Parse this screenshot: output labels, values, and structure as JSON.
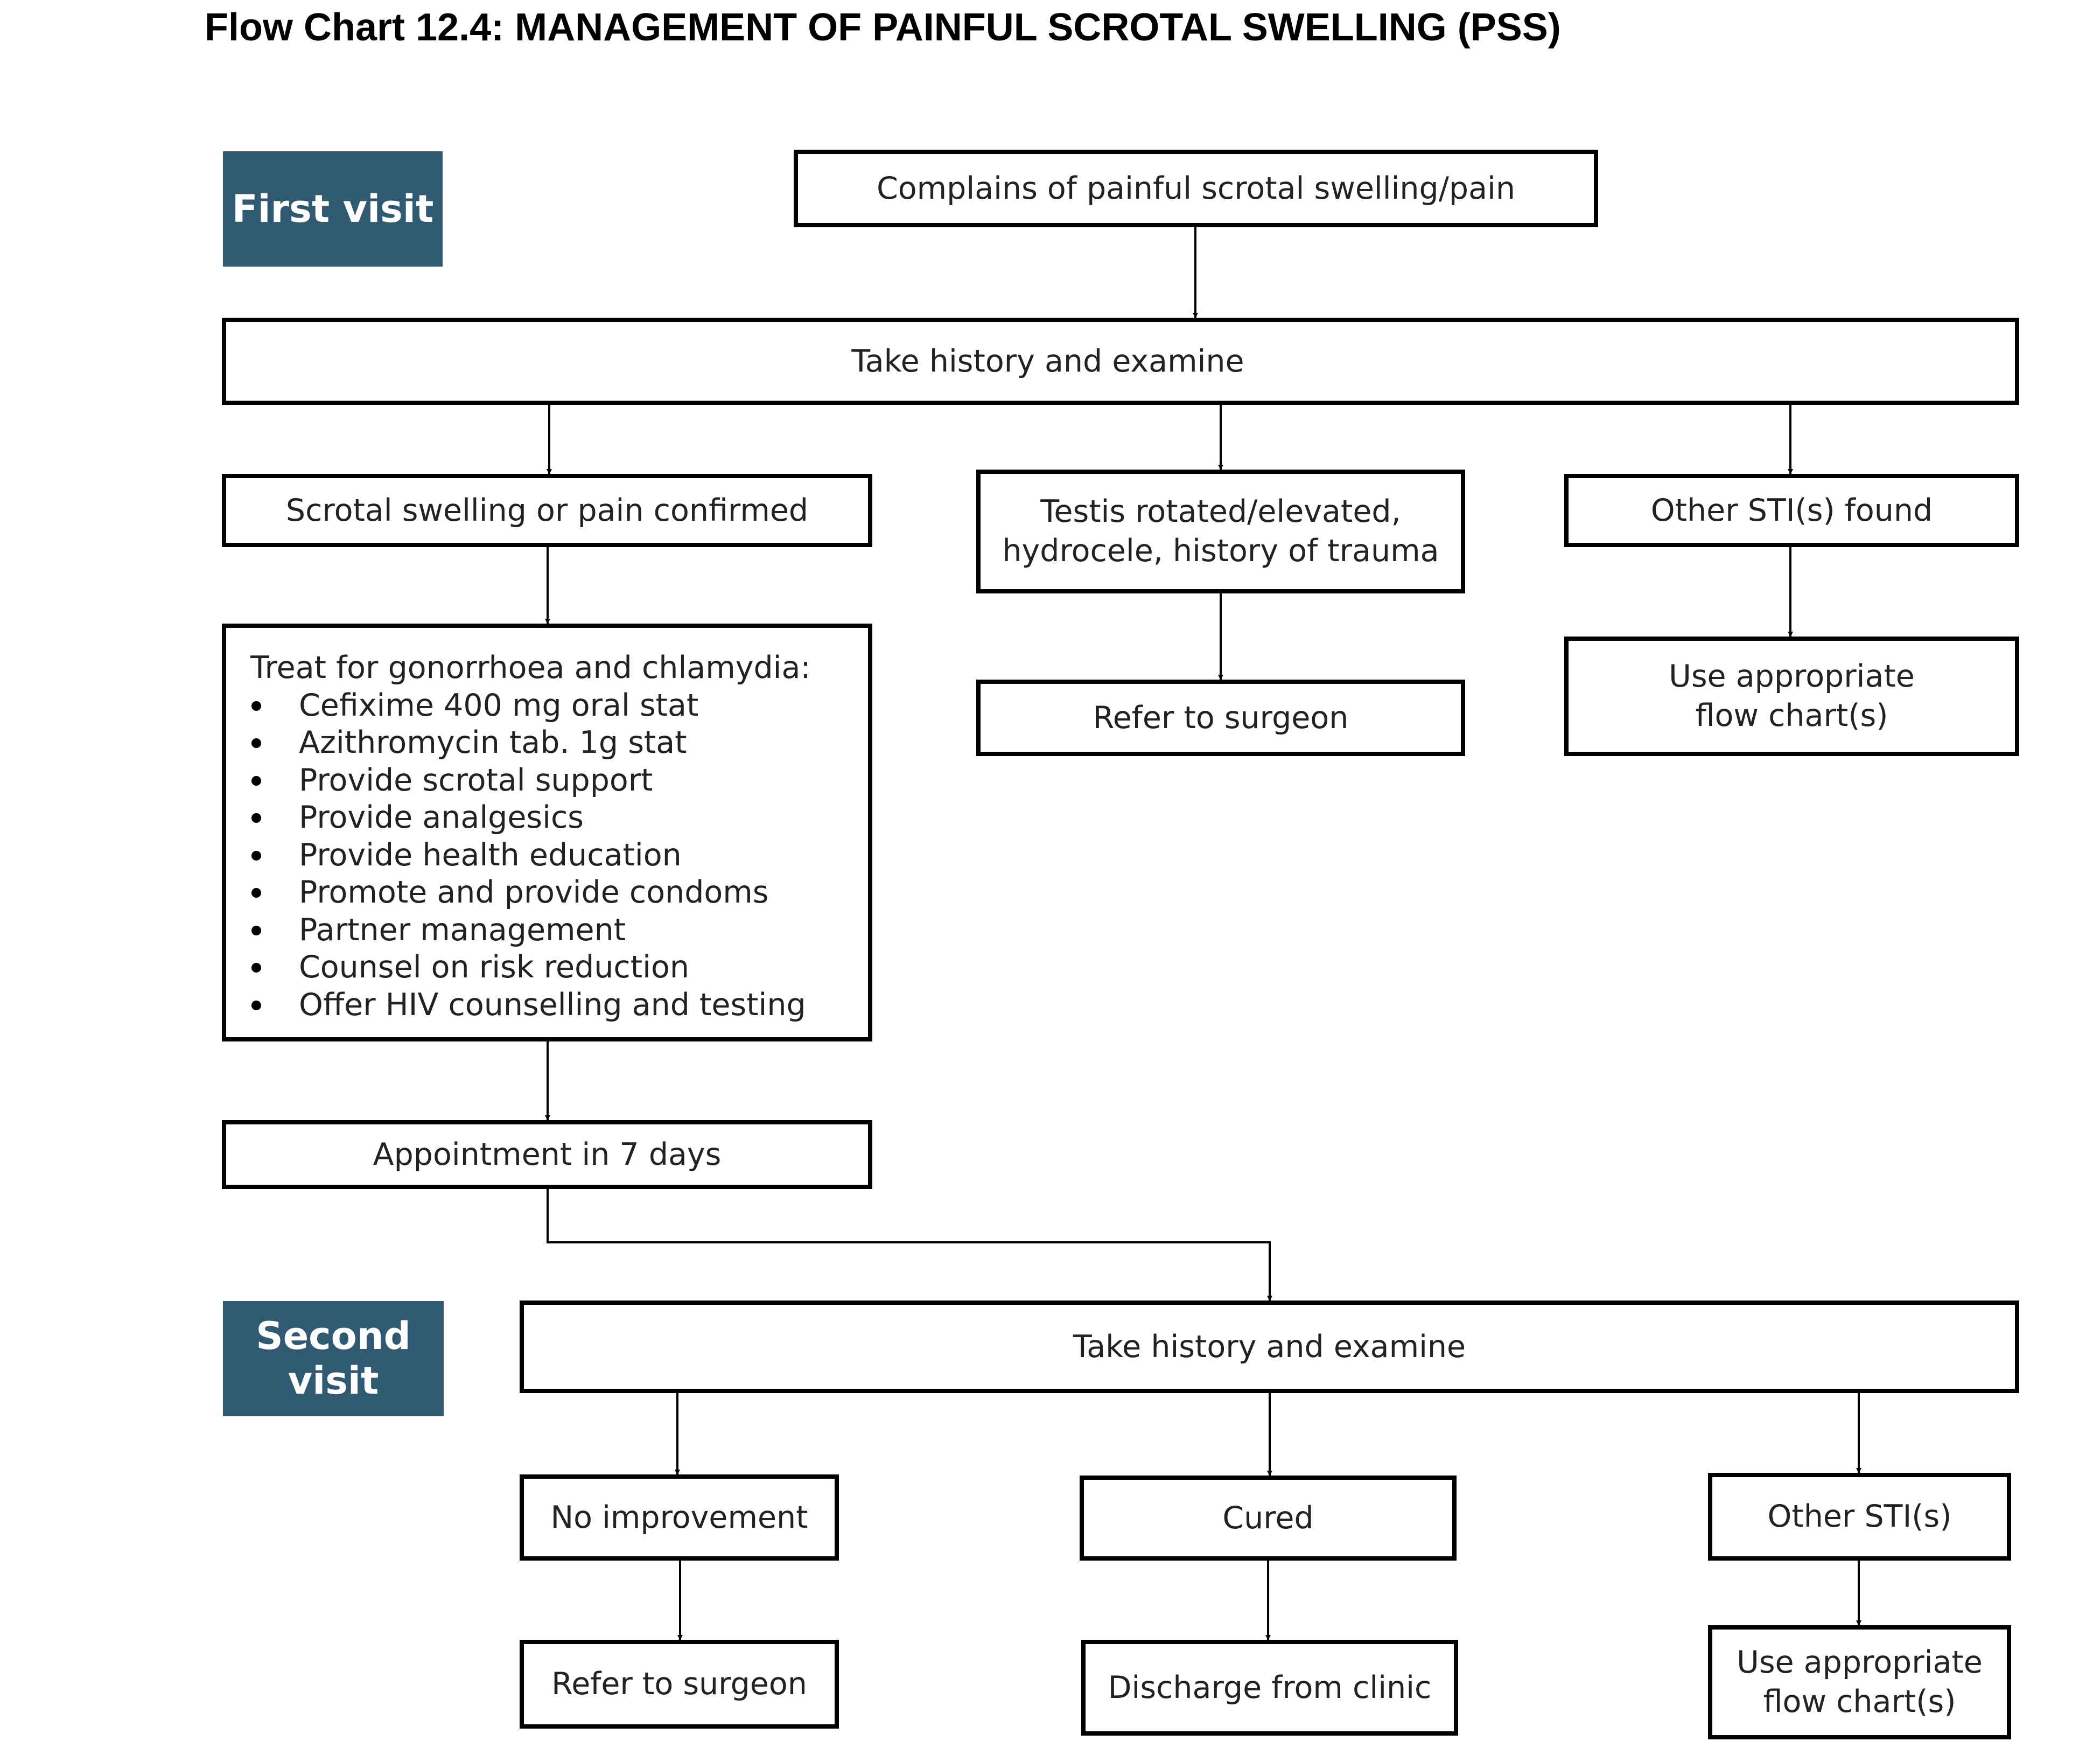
{
  "title": "Flow Chart 12.4: MANAGEMENT OF PAINFUL SCROTAL SWELLING (PSS)",
  "labels": {
    "first_visit": "First visit",
    "second_visit": [
      "Second",
      "visit"
    ]
  },
  "first_visit": {
    "complaint": "Complains of painful scrotal swelling/pain",
    "history": "Take history and examine",
    "confirmed": "Scrotal swelling or pain confirmed",
    "testis": [
      "Testis rotated/elevated,",
      "hydrocele, history of trauma"
    ],
    "other_sti": "Other STI(s) found",
    "treatment": {
      "heading": "Treat for gonorrhoea and chlamydia:",
      "items": [
        "Cefixime  400 mg oral stat",
        "Azithromycin tab. 1g stat",
        "Provide scrotal support",
        "Provide analgesics",
        "Provide health education",
        "Promote and provide condoms",
        "Partner management",
        "Counsel on risk reduction",
        "Offer HIV counselling and testing"
      ]
    },
    "refer": "Refer to surgeon",
    "use_chart": [
      "Use appropriate",
      "flow chart(s)"
    ],
    "appointment": "Appointment in 7 days"
  },
  "second_visit": {
    "history": "Take history and examine",
    "no_improvement": "No improvement",
    "cured": "Cured",
    "other_sti": "Other STI(s)",
    "refer": "Refer to surgeon",
    "discharge": "Discharge from clinic",
    "use_chart": [
      "Use appropriate",
      "flow chart(s)"
    ]
  }
}
